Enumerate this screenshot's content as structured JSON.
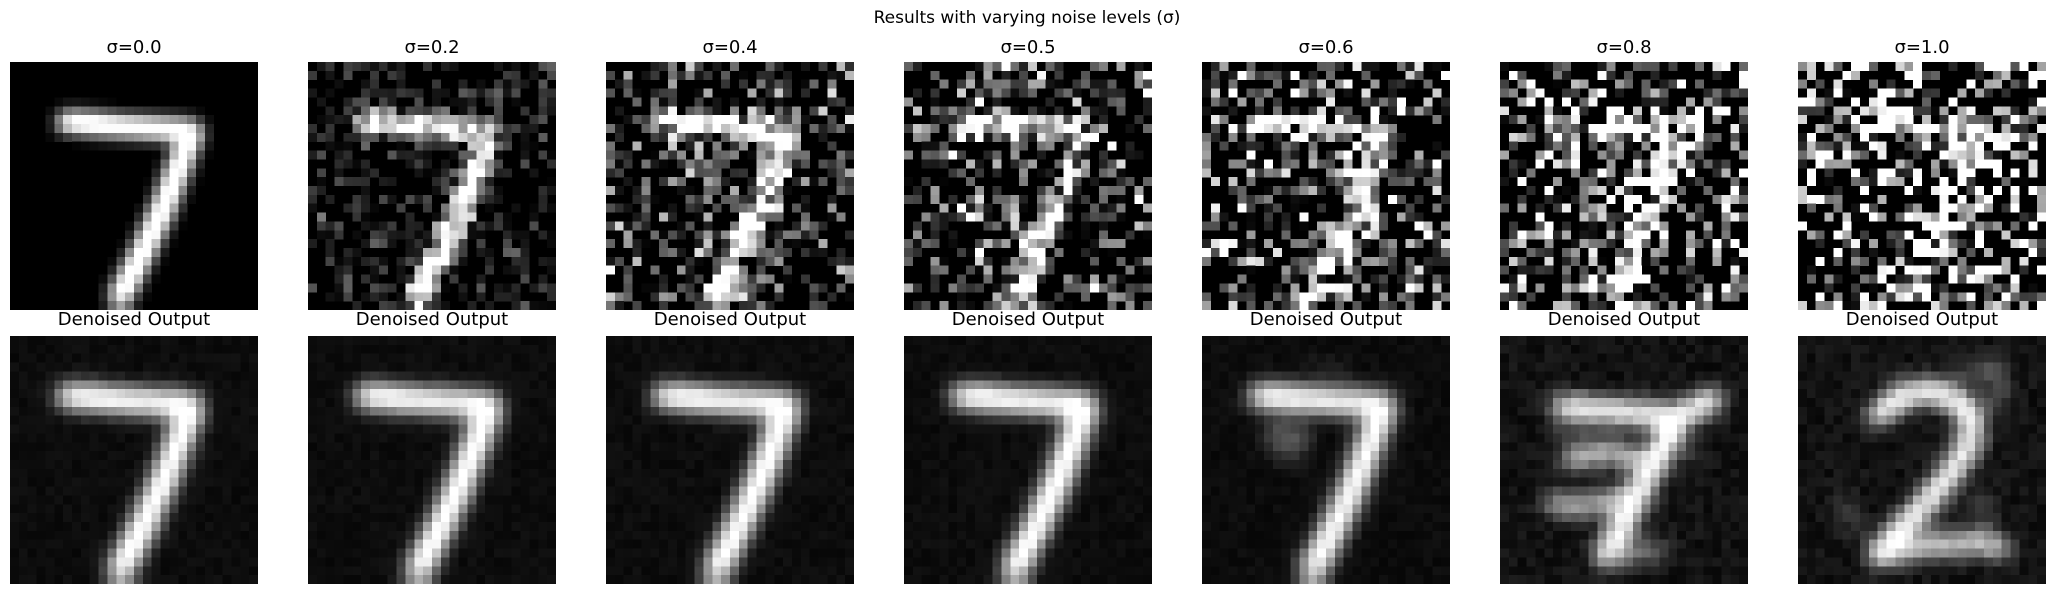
{
  "figure": {
    "title": "Results with varying noise levels (σ)"
  },
  "panels": [
    {
      "sigma_label": "σ=0.0",
      "sigma": 0.0,
      "output_label": "Denoised Output",
      "noisy_digit": "7",
      "denoised_digit": "7",
      "denoised_clean": true
    },
    {
      "sigma_label": "σ=0.2",
      "sigma": 0.2,
      "output_label": "Denoised Output",
      "noisy_digit": "7",
      "denoised_digit": "7",
      "denoised_clean": true
    },
    {
      "sigma_label": "σ=0.4",
      "sigma": 0.4,
      "output_label": "Denoised Output",
      "noisy_digit": "7",
      "denoised_digit": "7",
      "denoised_clean": true
    },
    {
      "sigma_label": "σ=0.5",
      "sigma": 0.5,
      "output_label": "Denoised Output",
      "noisy_digit": "7",
      "denoised_digit": "7",
      "denoised_clean": true
    },
    {
      "sigma_label": "σ=0.6",
      "sigma": 0.6,
      "output_label": "Denoised Output",
      "noisy_digit": "7",
      "denoised_digit": "7",
      "denoised_clean": false
    },
    {
      "sigma_label": "σ=0.8",
      "sigma": 0.8,
      "output_label": "Denoised Output",
      "noisy_digit": "7",
      "denoised_digit": "distorted",
      "denoised_clean": false
    },
    {
      "sigma_label": "σ=1.0",
      "sigma": 1.0,
      "output_label": "Denoised Output",
      "noisy_digit": "7",
      "denoised_digit": "2",
      "denoised_clean": false
    }
  ]
}
